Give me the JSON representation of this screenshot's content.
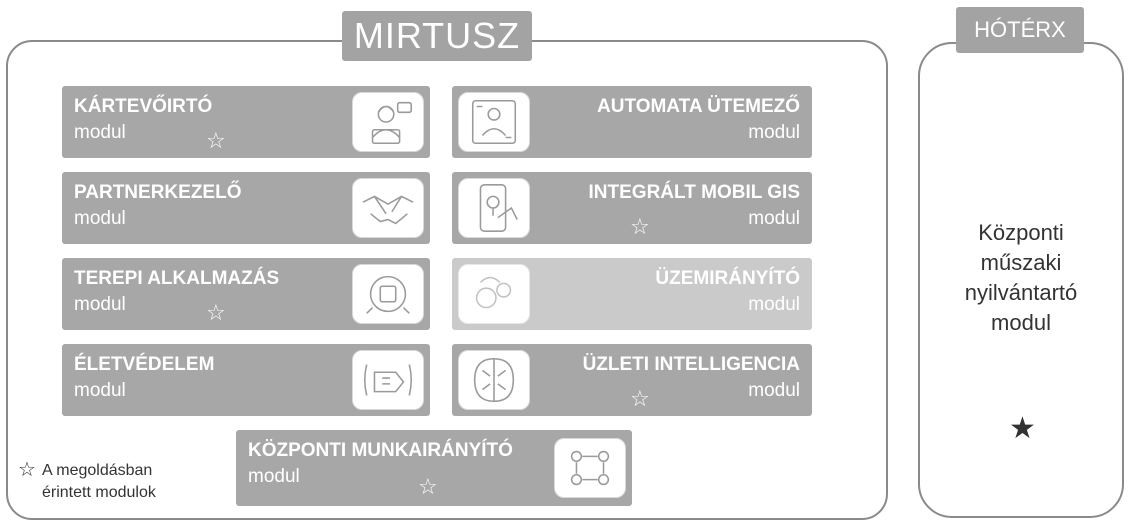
{
  "mirtusz": {
    "title": "MIRTUSZ"
  },
  "modules": [
    {
      "name": "KÁRTEVŐIRTÓ",
      "sub": "modul",
      "highlighted": true,
      "icon": "pest-control-operator-icon"
    },
    {
      "name": "AUTOMATA ÜTEMEZŐ",
      "sub": "modul",
      "highlighted": false,
      "icon": "scheduler-gear-icon"
    },
    {
      "name": "PARTNERKEZELŐ",
      "sub": "modul",
      "highlighted": false,
      "icon": "handshake-icon"
    },
    {
      "name": "INTEGRÁLT MOBIL GIS",
      "sub": "modul",
      "highlighted": true,
      "icon": "mobile-map-icon"
    },
    {
      "name": "TEREPI ALKALMAZÁS",
      "sub": "modul",
      "highlighted": true,
      "icon": "field-tools-icon"
    },
    {
      "name": "ÜZEMIRÁNYÍTÓ",
      "sub": "modul",
      "highlighted": false,
      "icon": "operations-gears-icon"
    },
    {
      "name": "ÉLETVÉDELEM",
      "sub": "modul",
      "highlighted": false,
      "icon": "hand-protection-icon"
    },
    {
      "name": "ÜZLETI INTELLIGENCIA",
      "sub": "modul",
      "highlighted": true,
      "icon": "ai-brain-icon"
    },
    {
      "name": "KÖZPONTI MUNKAIRÁNYÍTÓ",
      "sub": "modul",
      "highlighted": true,
      "icon": "team-workflow-icon"
    }
  ],
  "legend": {
    "symbol": "☆",
    "text_line1": "A megoldásban",
    "text_line2": "érintett modulok"
  },
  "hoterx": {
    "title": "HÓTÉRX",
    "line1": "Központi",
    "line2": "műszaki",
    "line3": "nyilvántartó",
    "line4": "modul",
    "star": "★"
  },
  "star_symbol": "☆",
  "colors": {
    "module_bg": "#a7a7a7",
    "frame": "#8a8a8a",
    "title_bg": "#a3a3a3"
  }
}
